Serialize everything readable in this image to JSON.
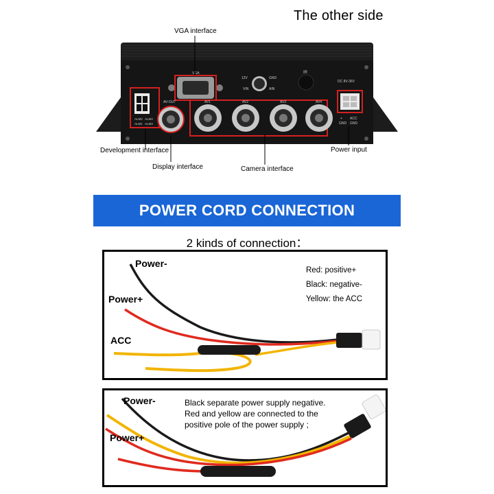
{
  "header": {
    "title": "The other side"
  },
  "device": {
    "annotations": {
      "vga": "VGA interface",
      "development": "Development interface",
      "display": "Display interface",
      "camera": "Camera interface",
      "power": "Power input"
    },
    "panel_labels": {
      "vga": "VGA",
      "ir": "IR",
      "dc": "DC 8V-36V",
      "v12": "12V",
      "gnd": "GND",
      "vin": "VIN",
      "ain": "AIN",
      "av_out": "AV-OUT",
      "av1": "AV1",
      "av2": "AV2",
      "av3": "AV3",
      "av4": "AV4",
      "alm2": "ALM2",
      "alm4": "ALM4",
      "alm1": "ALM1",
      "alm3": "ALM3",
      "plus": "+",
      "acc": "ACC",
      "gnd2": "GND",
      "gnd3": "GND"
    }
  },
  "banner": {
    "text": "POWER CORD CONNECTION"
  },
  "subhead": {
    "text": "2 kinds of connection："
  },
  "connection1": {
    "labels": {
      "power_minus": "Power-",
      "power_plus": "Power+",
      "acc": "ACC"
    },
    "legend": [
      "Red: positive+",
      "Black: negative-",
      "Yellow: the ACC"
    ]
  },
  "connection2": {
    "labels": {
      "power_minus": "Power-",
      "power_plus": "Power+"
    },
    "notes": [
      "Black separate power supply negative.",
      "Red and yellow are connected to the",
      "positive pole of the power supply ;"
    ]
  },
  "colors": {
    "banner": "#1a66d6",
    "highlight": "#d62020",
    "wire_red": "#e02a1e",
    "wire_yellow": "#f2b400",
    "wire_black": "#1a1a1a"
  }
}
